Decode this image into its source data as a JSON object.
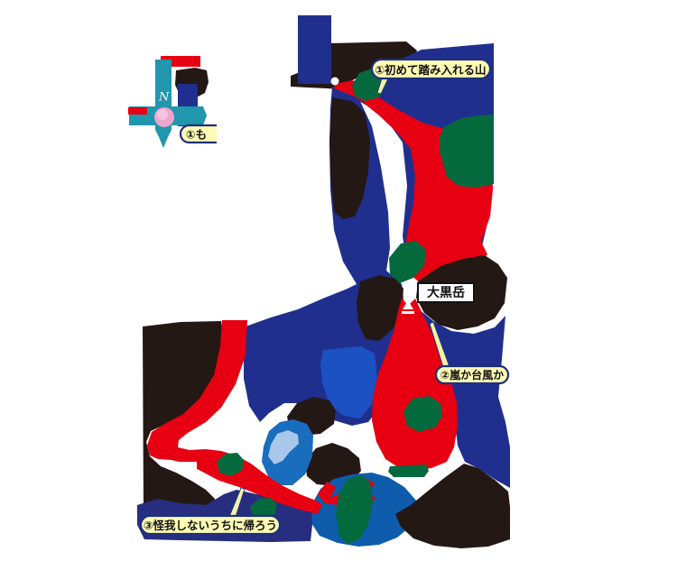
{
  "compass": {
    "north_label": "N",
    "partial_annotation": "①も"
  },
  "peak": {
    "label": "大黒岳"
  },
  "annotations": {
    "a1": "①初めて踏み入れる山",
    "a2": "②嵐か台風か",
    "a3": "③怪我しないうちに帰ろう"
  },
  "colors": {
    "navy": "#202f8d",
    "royal_blue": "#1b51c3",
    "medium_blue": "#0e5cab",
    "indigo": "#282e7f",
    "lake_blue": "#1a6cbc",
    "lake_highlight": "#a9c7e8",
    "trail_red": "#e60012",
    "forest_green": "#046a3d",
    "terrain_black": "#241815",
    "compass_teal": "#2196ad",
    "compass_pink": "#eda5ce",
    "label_yellow": "#fffbb4",
    "label_border": "#1c2f7e",
    "white": "#ffffff"
  }
}
